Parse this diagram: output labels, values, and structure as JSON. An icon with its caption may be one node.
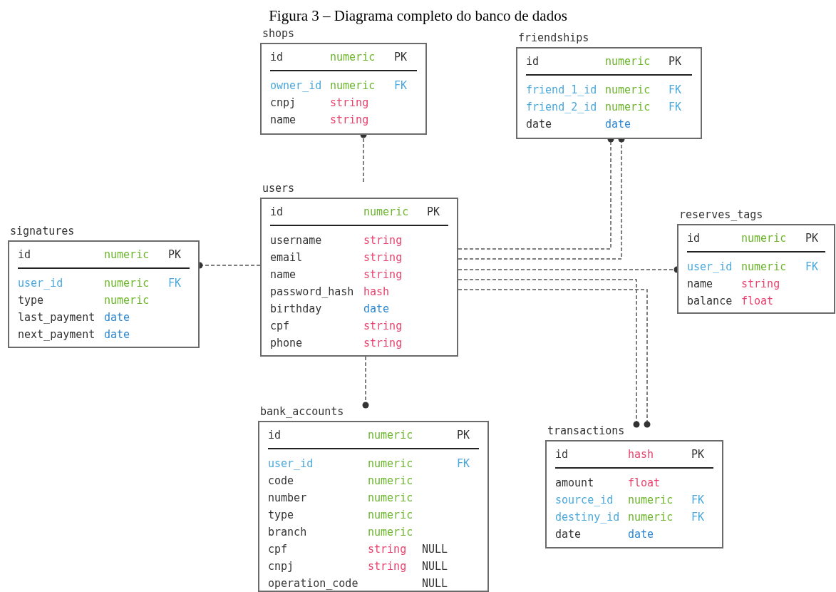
{
  "diagram": {
    "title": "Figura 3 – Diagrama completo do banco de dados",
    "nodes": [
      {
        "text": [
          "shops",
          "id",
          "numeric",
          "PK",
          "owner_id",
          "numeric",
          "FK",
          "cnpj",
          "string",
          "name",
          "string"
        ]
      },
      {
        "text": [
          "friendships",
          "id",
          "numeric",
          "PK",
          "friend_1_id",
          "numeric",
          "FK",
          "friend_2_id",
          "numeric",
          "FK",
          "date",
          "date"
        ]
      },
      {
        "text": [
          "users",
          "id",
          "numeric",
          "PK",
          "username",
          "string",
          "email",
          "string",
          "name",
          "string",
          "password_hash",
          "hash",
          "birthday",
          "date",
          "cpf",
          "string",
          "phone",
          "string"
        ]
      },
      {
        "text": [
          "reserves_tags",
          "id",
          "numeric",
          "PK",
          "user_id",
          "numeric",
          "FK",
          "name",
          "string",
          "balance",
          "float"
        ]
      },
      {
        "text": [
          "signatures",
          "id",
          "numeric",
          "PK",
          "user_id",
          "numeric",
          "FK",
          "type",
          "numeric",
          "last_payment",
          "date",
          "next_payment",
          "date"
        ]
      },
      {
        "text": [
          "bank_accounts",
          "id",
          "numeric",
          "PK",
          "user_id",
          "numeric",
          "FK",
          "code",
          "numeric",
          "number",
          "numeric",
          "type",
          "numeric",
          "branch",
          "numeric",
          "cpf",
          "string",
          "NULL",
          "cnpj",
          "string",
          "NULL",
          "operation_code",
          "NULL"
        ]
      },
      {
        "text": [
          "transactions",
          "id",
          "hash",
          "PK",
          "amount",
          "float",
          "source_id",
          "numeric",
          "FK",
          "destiny_id",
          "numeric",
          "FK",
          "date",
          "date"
        ]
      }
    ],
    "edges": [
      {
        "from": 2,
        "to": 0,
        "arrow": "other",
        "style": "dashed"
      },
      {
        "from": 2,
        "to": 1,
        "arrow": "other",
        "style": "dashed"
      },
      {
        "from": 2,
        "to": 1,
        "arrow": "other",
        "style": "dashed"
      },
      {
        "from": 2,
        "to": 3,
        "arrow": "other",
        "style": "dashed"
      },
      {
        "from": 2,
        "to": 4,
        "arrow": "other",
        "style": "dashed"
      },
      {
        "from": 2,
        "to": 5,
        "arrow": "other",
        "style": "dashed"
      },
      {
        "from": 2,
        "to": 6,
        "arrow": "other",
        "style": "dashed"
      },
      {
        "from": 2,
        "to": 6,
        "arrow": "other",
        "style": "dashed"
      }
    ]
  }
}
